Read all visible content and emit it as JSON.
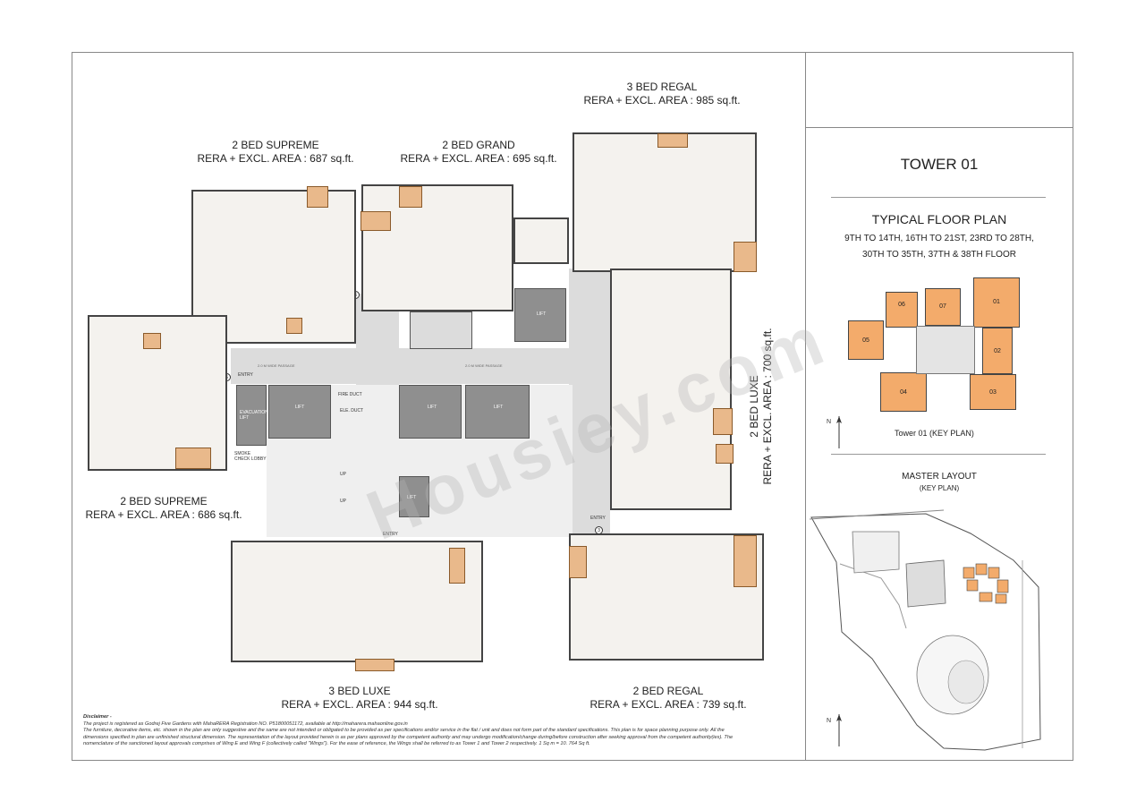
{
  "units": [
    {
      "name": "3 BED REGAL",
      "area": "RERA + EXCL. AREA : 985 sq.ft."
    },
    {
      "name": "2 BED SUPREME",
      "area": "RERA + EXCL. AREA : 687 sq.ft."
    },
    {
      "name": "2 BED GRAND",
      "area": "RERA + EXCL. AREA : 695 sq.ft."
    },
    {
      "name": "2 BED SUPREME",
      "area": "RERA + EXCL. AREA : 686 sq.ft."
    },
    {
      "name": "3 BED LUXE",
      "area": "RERA + EXCL. AREA : 944 sq.ft."
    },
    {
      "name": "2 BED REGAL",
      "area": "RERA + EXCL. AREA : 739 sq.ft."
    },
    {
      "name": "2 BED LUXE",
      "area": "RERA + EXCL. AREA : 700 sq.ft."
    }
  ],
  "plan": {
    "entry": "ENTRY",
    "passage": "2.0 M WIDE PASSAGE",
    "lift": "LIFT",
    "evacuation_lift": "EVACUATION LIFT",
    "fire_duct": "FIRE DUCT",
    "ele_duct": "ELE. DUCT",
    "smoke_check_lobby": "SMOKE CHECK LOBBY",
    "up": "UP",
    "unit_numbers": [
      "1",
      "2",
      "3",
      "4",
      "5",
      "6",
      "7"
    ]
  },
  "sidebar": {
    "tower_title": "TOWER 01",
    "floor_plan_title": "TYPICAL FLOOR PLAN",
    "floors_line1": "9TH TO 14TH, 16TH TO 21ST, 23RD TO 28TH,",
    "floors_line2": "30TH TO 35TH, 37TH & 38TH FLOOR",
    "key_plan_caption": "Tower 01 (KEY PLAN)",
    "key_blocks": [
      "01",
      "02",
      "03",
      "04",
      "05",
      "06",
      "07"
    ],
    "master_layout_title": "MASTER LAYOUT",
    "master_layout_sub": "(KEY PLAN)",
    "north": "N"
  },
  "disclaimer": {
    "heading": "Disclaimer -",
    "line1": "The project is registered as Godrej Five Gardens with MahaRERA Registration NO. P51800051172, available at http://maharera.mahaonline.gov.in",
    "line2": "The furniture, decorative items, etc. shown in the plan are only suggestive and the same are not intended or obligated to be provided as per specifications and/or service in the flat / unit and does not form part of the standard specifications. This plan is for space planning purpose only. All the",
    "line3": "dimensions specified in plan are unfinished structural dimension. The representation of the layout provided herein is as per plans approved by the competent authority and may undergo modification/change during/before construction after seeking approval from the competent authority(ies). The",
    "line4": "nomenclature of the sanctioned layout approvals comprises of Wing E and Wing F (collectively called \"Wings\"). For the ease of reference, the Wings shall be referred to as Tower 1 and Tower 2 respectively. 1 Sq m = 10. 764 Sq ft."
  },
  "watermark": "Housiey.com",
  "colors": {
    "balcony": "#e9b98b",
    "key_block": "#f3ab6b",
    "lift": "#8f8f8f",
    "corridor": "#dcdcdc"
  }
}
